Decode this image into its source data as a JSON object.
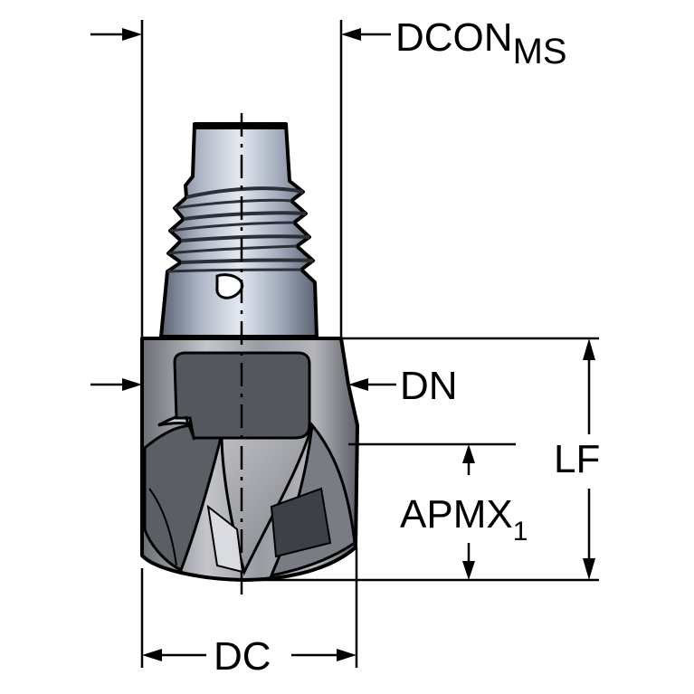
{
  "labels": {
    "dcon_main": "DCON",
    "dcon_sub": "MS",
    "dn": "DN",
    "lf": "LF",
    "apmx_main": "APMX",
    "apmx_sub": "1",
    "dc": "DC"
  },
  "colors": {
    "ink": "#000000",
    "shank_light": "#cfd6e3",
    "shank_mid": "#8d97ab",
    "shank_dark": "#4a5160",
    "head_light": "#b9bbc2",
    "head_mid": "#8a8c94",
    "head_dark": "#44464d",
    "pad": "#55575e"
  }
}
